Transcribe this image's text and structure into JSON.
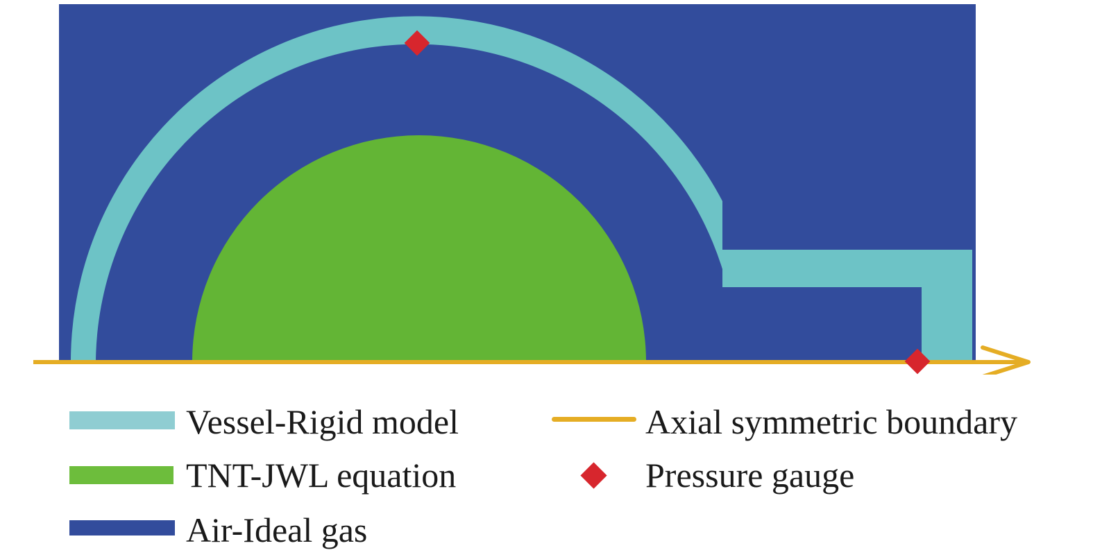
{
  "colors": {
    "air": "#324c9c",
    "vessel": "#6dc3c6",
    "tnt": "#63b535",
    "axis": "#e5ad24",
    "gauge": "#d7262d",
    "legend_vessel": "#8fcdd2",
    "legend_tnt": "#6dbd3c",
    "legend_air": "#324c9c"
  },
  "legend": {
    "vessel": "Vessel-Rigid model",
    "tnt": "TNT-JWL equation",
    "air": "Air-Ideal gas",
    "axis": "Axial symmetric boundary",
    "gauge": "Pressure gauge"
  },
  "gauges": {
    "count": 2
  }
}
